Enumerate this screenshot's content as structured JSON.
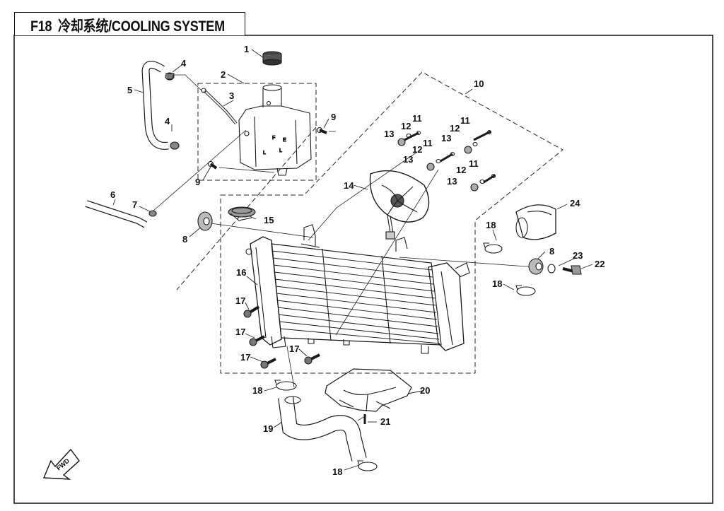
{
  "header": {
    "code": "F18",
    "title": "冷却系统/COOLING SYSTEM"
  },
  "fwd_label": "FWD",
  "callouts": [
    "1",
    "2",
    "3",
    "4",
    "4",
    "5",
    "6",
    "7",
    "8",
    "8",
    "9",
    "9",
    "10",
    "11",
    "11",
    "11",
    "11",
    "12",
    "12",
    "12",
    "12",
    "13",
    "13",
    "13",
    "13",
    "14",
    "15",
    "16",
    "17",
    "17",
    "17",
    "17",
    "18",
    "18",
    "18",
    "18",
    "19",
    "20",
    "21",
    "22",
    "23",
    "24"
  ]
}
